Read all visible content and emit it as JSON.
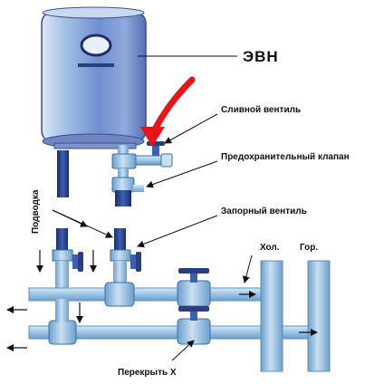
{
  "labels": {
    "evn": "ЭВН",
    "drain_valve": "Сливной вентиль",
    "safety_valve": "Предохранительный клапан",
    "shutoff_valve": "Запорный вентиль",
    "supply": "Подводка",
    "cold": "Хол.",
    "hot": "Гор.",
    "shut_x": "Перекрыть Х"
  },
  "colors": {
    "pipe": "#9cc4e4",
    "pipe_dark": "#5a8fbf",
    "heater_body": "#a8c4e6",
    "heater_dark": "#2a3f80",
    "red_arrow": "#e8141c",
    "supply_blue": "#1f4fa8"
  }
}
